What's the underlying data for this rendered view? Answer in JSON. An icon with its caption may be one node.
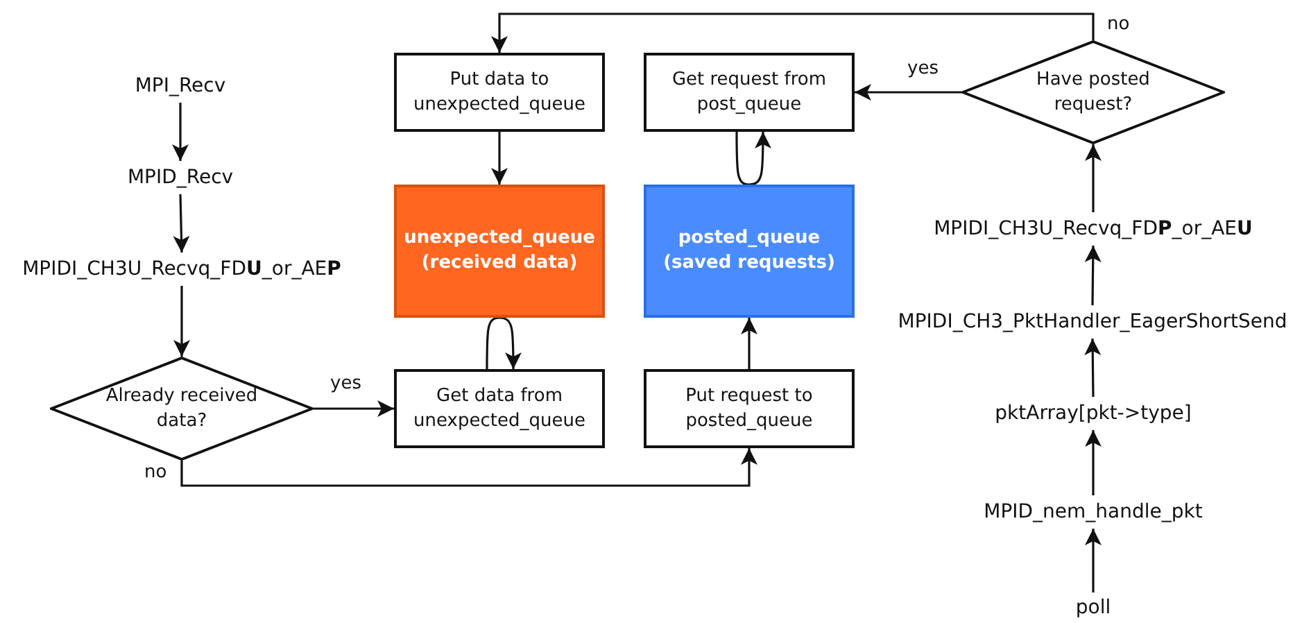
{
  "diagram": {
    "nodes": [
      {
        "text": [
          "MPI_Recv"
        ]
      },
      {
        "text": [
          "MPID_Recv"
        ]
      },
      {
        "text": [
          "MPIDI_CH3U_Recvq_FD**U**_or_AE**P**"
        ]
      },
      {
        "text": [
          "Already received data?"
        ]
      },
      {
        "text": [
          "Put data to unexpected_queue"
        ]
      },
      {
        "text": [
          "unexpected_queue (received data)"
        ]
      },
      {
        "text": [
          "Get data from unexpected_queue"
        ]
      },
      {
        "text": [
          "Get request from post_queue"
        ]
      },
      {
        "text": [
          "posted_queue (saved requests)"
        ]
      },
      {
        "text": [
          "Put request to posted_queue"
        ]
      },
      {
        "text": [
          "Have posted request?"
        ]
      },
      {
        "text": [
          "MPIDI_CH3U_Recvq_FD**P**_or_AE**U**"
        ]
      },
      {
        "text": [
          "MPIDI_CH3_PktHandler_EagerShortSend"
        ]
      },
      {
        "text": [
          "pktArray[pkt->type]"
        ]
      },
      {
        "text": [
          "MPID_nem_handle_pkt"
        ]
      },
      {
        "text": [
          "poll"
        ]
      }
    ],
    "edges": [
      {
        "from": 0,
        "to": 1,
        "arrow": "to"
      },
      {
        "from": 1,
        "to": 2,
        "arrow": "to"
      },
      {
        "from": 2,
        "to": 3,
        "arrow": "to"
      },
      {
        "from": 3,
        "to": 6,
        "arrow": "to",
        "label": "yes"
      },
      {
        "from": 3,
        "to": 9,
        "arrow": "to",
        "label": "no"
      },
      {
        "from": 4,
        "to": 5,
        "arrow": "to"
      },
      {
        "from": 5,
        "to": 6,
        "arrow": "to"
      },
      {
        "from": 9,
        "to": 8,
        "arrow": "to"
      },
      {
        "from": 8,
        "to": 7,
        "arrow": "to"
      },
      {
        "from": 10,
        "to": 7,
        "arrow": "to",
        "label": "yes"
      },
      {
        "from": 10,
        "to": 4,
        "arrow": "to",
        "label": "no"
      },
      {
        "from": 15,
        "to": 14,
        "arrow": "to"
      },
      {
        "from": 14,
        "to": 13,
        "arrow": "to"
      },
      {
        "from": 13,
        "to": 12,
        "arrow": "to"
      },
      {
        "from": 12,
        "to": 11,
        "arrow": "to"
      },
      {
        "from": 11,
        "to": 10,
        "arrow": "to"
      }
    ]
  }
}
